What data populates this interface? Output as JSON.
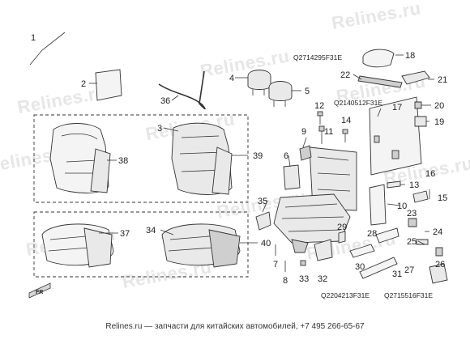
{
  "watermark": "Relines.ru",
  "footer": "Relines.ru — запчасти для китайских автомобилей, +7 495 266-65-67",
  "direction_badge": "FR",
  "callouts": [
    "1",
    "2",
    "3",
    "4",
    "5",
    "6",
    "7",
    "8",
    "9",
    "10",
    "11",
    "12",
    "13",
    "14",
    "15",
    "16",
    "17",
    "18",
    "19",
    "20",
    "21",
    "22",
    "23",
    "24",
    "25",
    "26",
    "27",
    "28",
    "29",
    "30",
    "31",
    "32",
    "33",
    "34",
    "35",
    "36",
    "37",
    "38",
    "39",
    "40"
  ],
  "part_codes": [
    "Q2714295F31E",
    "Q2140512F31E",
    "Q2204213F31E",
    "Q2715516F31E"
  ]
}
